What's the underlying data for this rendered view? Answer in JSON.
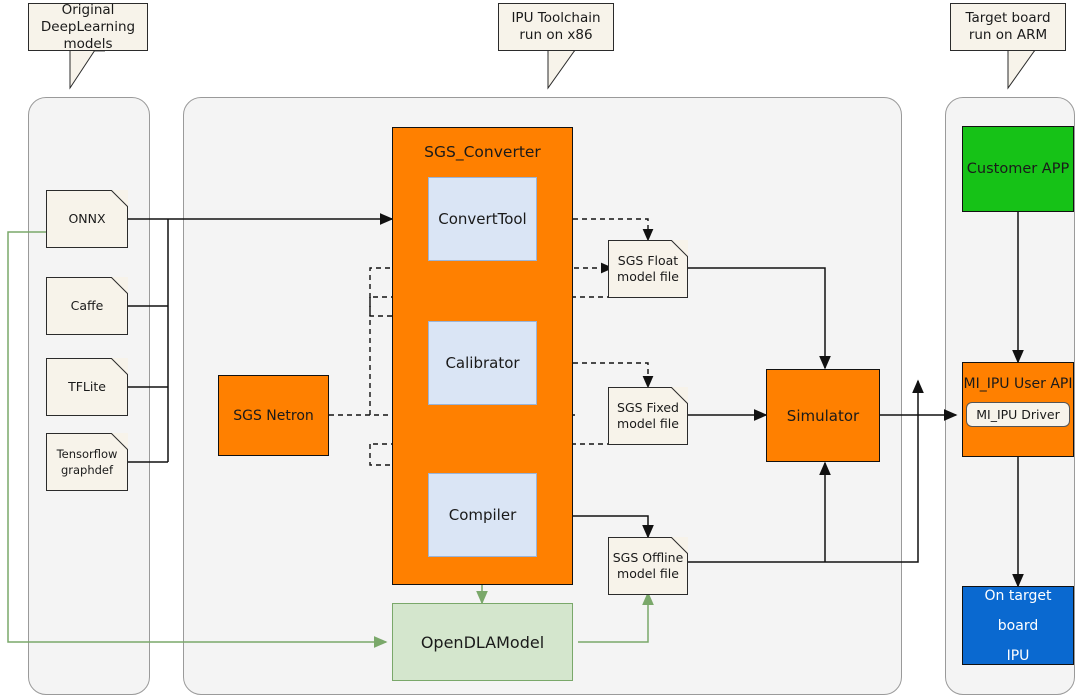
{
  "callouts": [
    {
      "id": "original-models",
      "text": "Original\nDeepLearning\nmodels"
    },
    {
      "id": "ipu-toolchain",
      "text": "IPU Toolchain\nrun on x86"
    },
    {
      "id": "target-board",
      "text": "Target board\nrun on ARM"
    }
  ],
  "left_lane": {
    "models": [
      {
        "label": "ONNX"
      },
      {
        "label": "Caffe"
      },
      {
        "label": "TFLite"
      },
      {
        "label": "Tensorflow\ngraphdef"
      }
    ]
  },
  "center_lane": {
    "netron": "SGS Netron",
    "converter_title": "SGS_Converter",
    "stages": [
      {
        "label": "ConvertTool"
      },
      {
        "label": "Calibrator"
      },
      {
        "label": "Compiler"
      }
    ],
    "artifacts": [
      {
        "label": "SGS Float\nmodel file"
      },
      {
        "label": "SGS Fixed\nmodel file"
      },
      {
        "label": "SGS Offline\nmodel file"
      }
    ],
    "simulator": "Simulator",
    "opendla": "OpenDLAModel"
  },
  "right_lane": {
    "customer_app": "Customer APP",
    "user_api": "MI_IPU User API",
    "driver": "MI_IPU Driver",
    "ipu_line1": "On target board",
    "ipu_line2": "IPU"
  },
  "colors": {
    "orange": "#ff8000",
    "light_blue": "#dae5f5",
    "green_fill": "#d4e6cd",
    "green_stroke": "#7aa86a",
    "bright_green": "#16c217",
    "blue": "#0a69d0",
    "doc_fill": "#f7f3ea",
    "lane_fill": "#f4f4f4"
  }
}
